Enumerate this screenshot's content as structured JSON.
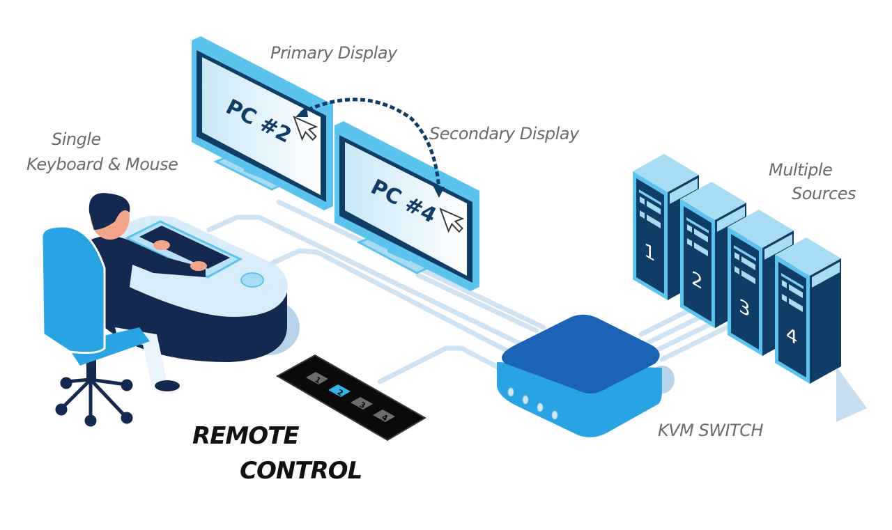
{
  "labels": {
    "primary_display": "Primary Display",
    "secondary_display": "Secondary Display",
    "single_keyboard_line1": "Single",
    "single_keyboard_line2": "Keyboard & Mouse",
    "multiple_sources_line1": "Multiple",
    "multiple_sources_line2": "Sources",
    "kvm_switch": "KVM SWITCH",
    "remote_line1": "REMOTE",
    "remote_line2": "CONTROL"
  },
  "monitors": [
    {
      "name": "primary",
      "screen_text": "PC #2"
    },
    {
      "name": "secondary",
      "screen_text": "PC #4"
    }
  ],
  "remote": {
    "buttons": [
      "1",
      "2",
      "3",
      "4"
    ],
    "active_button": "2"
  },
  "sources": [
    {
      "number": "1"
    },
    {
      "number": "2"
    },
    {
      "number": "3"
    },
    {
      "number": "4"
    }
  ],
  "kvm": {
    "led_count": 4
  },
  "colors": {
    "cable": "#cfe3f3",
    "monitor_frame": "#5cc3ee",
    "monitor_bezel": "#0f3d66",
    "navy": "#14294f",
    "kvm_top": "#1b63b4",
    "kvm_side": "#2aa3e2",
    "tower_front": "#0f3d66",
    "tower_top": "#a8dcf3",
    "remote_active": "#34b6e6",
    "remote_body": "#0a0a0a",
    "label_gray": "#6b6b6e"
  }
}
